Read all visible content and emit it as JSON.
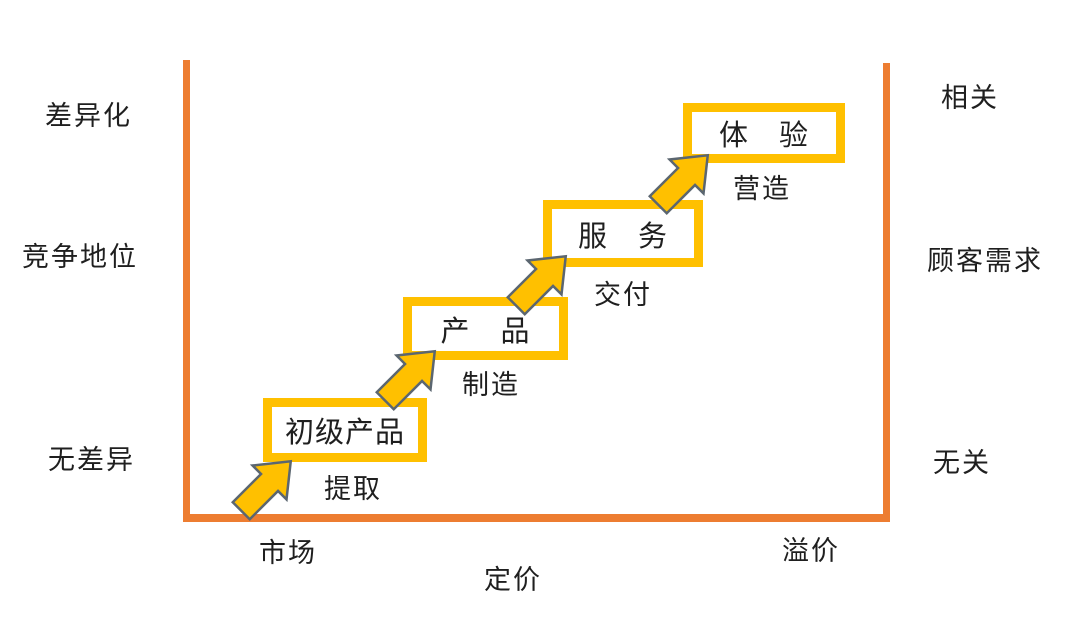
{
  "palette": {
    "axis_orange": "#ED7D31",
    "box_yellow": "#FFC000",
    "arrow_fill": "#FFC000",
    "arrow_outline": "#5B6670",
    "text_color": "#1f1f1f",
    "background": "#ffffff"
  },
  "icons": {
    "step_arrow": "up-right-block-arrow"
  },
  "y_axis": {
    "top": "差异化",
    "middle": "竞争地位",
    "bottom": "无差异"
  },
  "right_axis": {
    "top": "相关",
    "middle": "顾客需求",
    "bottom": "无关"
  },
  "x_axis": {
    "left": "市场",
    "center": "定价",
    "right": "溢价"
  },
  "steps": [
    {
      "label": "初级产品",
      "action": "提取"
    },
    {
      "label": "产　品",
      "action": "制造"
    },
    {
      "label": "服　务",
      "action": "交付"
    },
    {
      "label": "体　验",
      "action": "营造"
    }
  ]
}
